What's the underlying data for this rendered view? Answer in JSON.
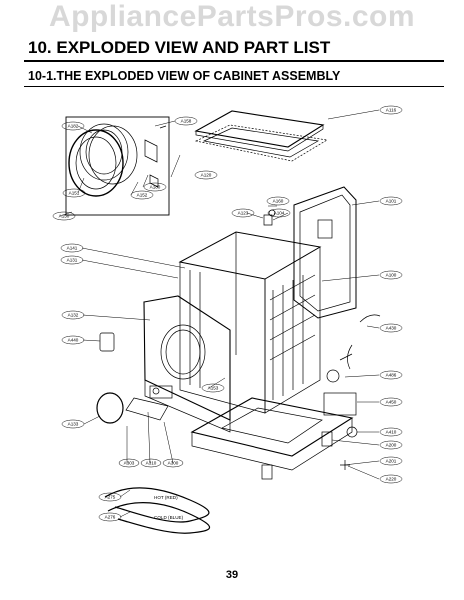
{
  "watermark": "AppliancePartsPros.com",
  "title": "10. EXPLODED VIEW AND PART LIST",
  "subtitle": "10-1.THE EXPLODED VIEW OF CABINET ASSEMBLY",
  "page_number": "39",
  "part_labels": {
    "a116": "A116",
    "a182": "A182",
    "a158": "A158",
    "a120": "A120",
    "a180": "A180",
    "a152": "A152",
    "a151": "A151",
    "a150": "A150",
    "a160": "A160",
    "a123": "A123",
    "a104": "A104",
    "a101": "A101",
    "a141": "A141",
    "a131": "A131",
    "a100": "A100",
    "a430": "A430",
    "a132": "A132",
    "a440": "A440",
    "a486": "A486",
    "a450": "A450",
    "a153": "A153",
    "a133": "A133",
    "a410": "A410",
    "a200": "A200",
    "a303": "A303",
    "a310": "A310",
    "a300": "A300",
    "a201": "A201",
    "a220": "A220",
    "a275": "A275",
    "a276": "A276"
  },
  "hose_labels": {
    "hot": "HOT (RED)",
    "cold": "COLD (BLUE)"
  }
}
